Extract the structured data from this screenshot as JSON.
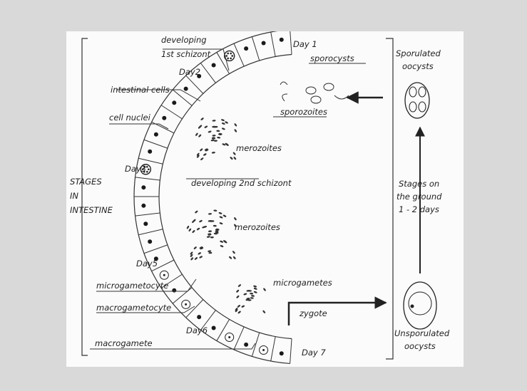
{
  "labels": {
    "day1": "Day 1",
    "developing": "developing",
    "first_schizont": "1st schizont",
    "day2": "Day2",
    "sporocysts": "sporocysts",
    "intestinal_cells": "intestinal cells",
    "cell_nuclei": "cell nuclei",
    "sporozoites": "sporozoites",
    "merozoites_1": "merozoites",
    "day3": "Day3",
    "developing_2nd_schizont": "developing 2nd schizont",
    "merozoites_2": "merozoites",
    "day5": "Day5",
    "microgametocyte": "microgametocyte",
    "microgametes": "microgametes",
    "macrogametocyte": "macrogametocyte",
    "zygote": "zygote",
    "day6": "Day6",
    "macrogamete": "macrogamete",
    "day7": "Day 7"
  },
  "side_left": [
    "STAGES",
    "IN",
    "INTESTINE"
  ],
  "side_right": {
    "sporulated": [
      "Sporulated",
      "oocysts"
    ],
    "ground": [
      "Stages on",
      "the ground",
      "1 - 2 days"
    ],
    "unsporulated": [
      "Unsporulated",
      "oocysts"
    ]
  }
}
